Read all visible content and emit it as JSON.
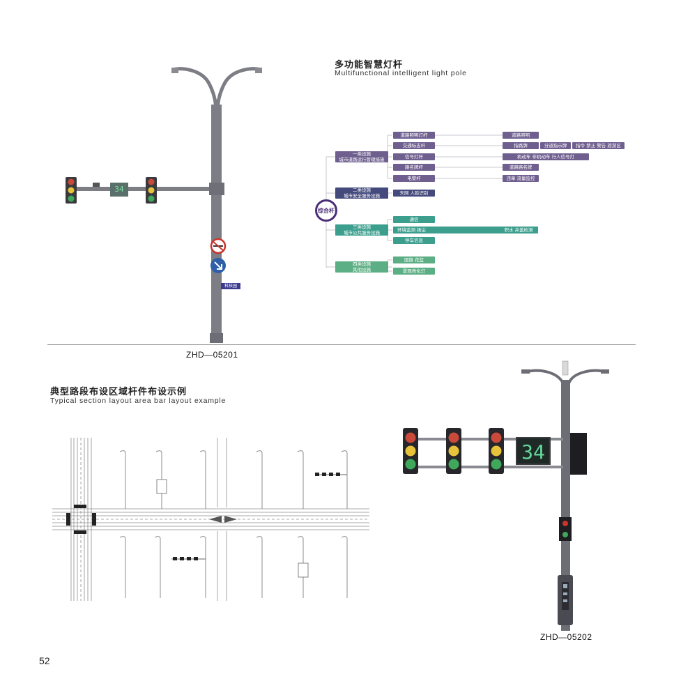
{
  "header": {
    "title_cn": "多功能智慧灯杆",
    "title_en": "Multifunctional intelligent light pole"
  },
  "diagram": {
    "hub": "综合杆",
    "categories": [
      {
        "l1": "一类设施",
        "l2": "城市道路运行管理措施",
        "color": "#6f5f8f"
      },
      {
        "l1": "二类设施",
        "l2": "城市安全服务设施",
        "color": "#444a7c"
      },
      {
        "l1": "三类设施",
        "l2": "城市公共服务设施",
        "color": "#3c9f8e"
      },
      {
        "l1": "四类设施",
        "l2": "其他设施",
        "color": "#5cae84"
      }
    ],
    "mid": [
      "道路照明灯杆",
      "交通标志杆",
      "信号灯杆",
      "路名牌杆",
      "电警杆",
      "天网 人脸识别",
      "通信",
      "环境监测 扬尘",
      "停车信息",
      "国旗 花篮",
      "景观亮化灯"
    ],
    "right": [
      "道路照明",
      "指路牌",
      "分道指示牌",
      "指令 禁止 警告 旅游区",
      "机动车 非机动车 行人信号灯",
      "道路路名牌",
      "违章 流量监控",
      "积水 井盖检测"
    ]
  },
  "pole1": {
    "model": "ZHD—05201",
    "counter": "34",
    "street_sign": "科技园"
  },
  "section2": {
    "title_cn": "典型路段布设区域杆件布设示例",
    "title_en": "Typical section layout area bar layout example"
  },
  "pole2": {
    "model": "ZHD—05202",
    "counter": "34"
  },
  "page_number": "52"
}
